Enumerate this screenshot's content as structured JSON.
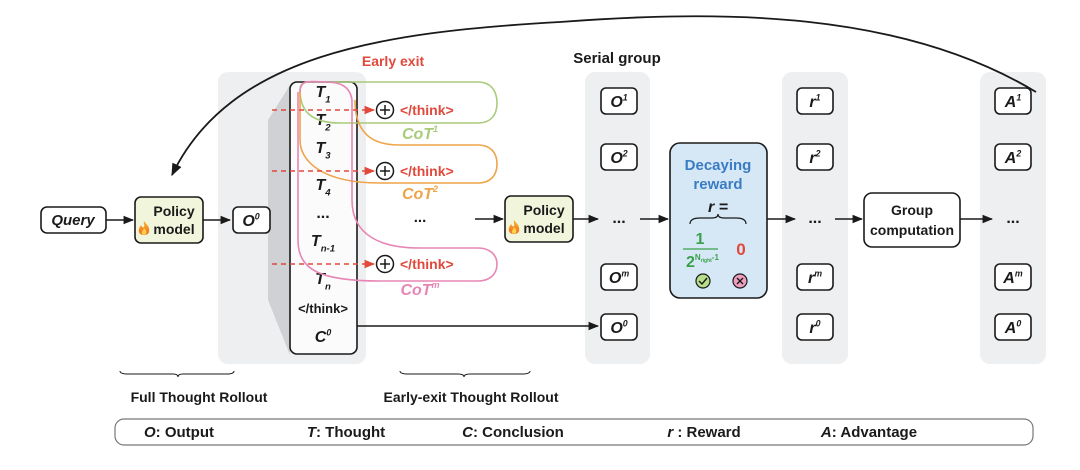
{
  "colors": {
    "panel_bg": "#eeeff1",
    "panel_shadow": "#cfd1d4",
    "policy_fill": "#f1f5dc",
    "reward_fill": "#d6e8f6",
    "reward_title": "#3a7cc4",
    "red": "#e0493c",
    "green_cot": "#a8cc7a",
    "orange_cot": "#eea449",
    "pink_cot": "#e786b4",
    "green_frac": "#3aa14a",
    "dark": "#1a1a1a"
  },
  "labels": {
    "early_exit": "Early exit",
    "serial_group": "Serial group",
    "full_rollout": "Full Thought Rollout",
    "early_rollout": "Early-exit Thought Rollout"
  },
  "query": "Query",
  "policy_model": {
    "line1": "Policy",
    "line2": "model",
    "icon": "fire-icon"
  },
  "o0": {
    "base": "O",
    "sup": "0"
  },
  "thought_column": [
    {
      "base": "T",
      "sub": "1"
    },
    {
      "base": "T",
      "sub": "2"
    },
    {
      "base": "T",
      "sub": "3"
    },
    {
      "base": "T",
      "sub": "4"
    },
    {
      "text": "..."
    },
    {
      "base": "T",
      "sub": "n-1"
    },
    {
      "base": "T",
      "sub": "n"
    },
    {
      "text": "</think>"
    },
    {
      "base": "C",
      "sup": "0"
    }
  ],
  "early_exits": [
    {
      "think": "</think>",
      "cot": "CoT",
      "sup": "1"
    },
    {
      "think": "</think>",
      "cot": "CoT",
      "sup": "2"
    },
    {
      "think": "</think>",
      "cot": "CoT",
      "sup": "m"
    }
  ],
  "cot_ellipsis": "...",
  "serial_outputs": [
    {
      "base": "O",
      "sup": "1"
    },
    {
      "base": "O",
      "sup": "2"
    },
    {
      "text": "..."
    },
    {
      "base": "O",
      "sup": "m"
    },
    {
      "base": "O",
      "sup": "0"
    }
  ],
  "decaying_reward": {
    "title1": "Decaying",
    "title2": "reward",
    "r_eq": "r =",
    "numerator": "1",
    "denominator_base": "2",
    "denominator_exp_base": "N",
    "denominator_exp_sub": "right",
    "denominator_exp_tail": "-1",
    "zero": "0",
    "correct_icon": "check-circle-icon",
    "wrong_icon": "x-circle-icon"
  },
  "rewards": [
    {
      "base": "r",
      "sup": "1"
    },
    {
      "base": "r",
      "sup": "2"
    },
    {
      "text": "..."
    },
    {
      "base": "r",
      "sup": "m"
    },
    {
      "base": "r",
      "sup": "0"
    }
  ],
  "group_computation": {
    "line1": "Group",
    "line2": "computation"
  },
  "advantages": [
    {
      "base": "A",
      "sup": "1"
    },
    {
      "base": "A",
      "sup": "2"
    },
    {
      "text": "..."
    },
    {
      "base": "A",
      "sup": "m"
    },
    {
      "base": "A",
      "sup": "0"
    }
  ],
  "legend": [
    {
      "sym": "O",
      "label": ": Output"
    },
    {
      "sym": "T",
      "label": ": Thought"
    },
    {
      "sym": "C",
      "label": ": Conclusion"
    },
    {
      "sym": "r",
      "label": " : Reward"
    },
    {
      "sym": "A",
      "label": ": Advantage"
    }
  ]
}
